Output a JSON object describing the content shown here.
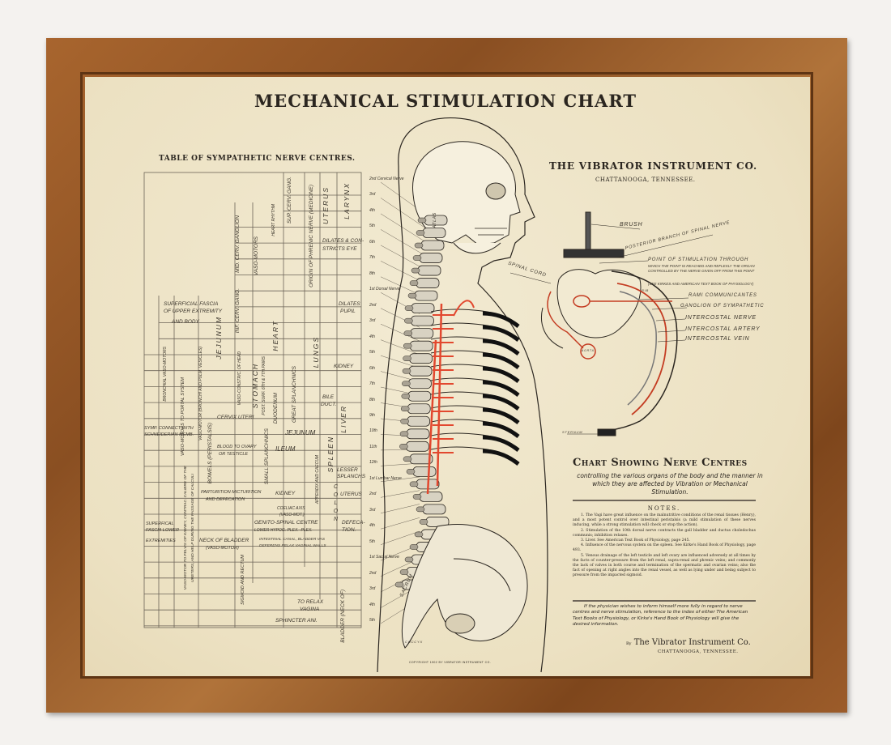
{
  "title": "MECHANICAL STIMULATION CHART",
  "colors": {
    "frame": "#9a5a2a",
    "paper": "#efe6cc",
    "ink": "#2b2620",
    "nerve_red": "#e2482f",
    "rib_black": "#111111"
  },
  "table": {
    "title": "TABLE OF SYMPATHETIC NERVE CENTRES.",
    "cells": [
      {
        "text": "Sup. Cerv. Gang."
      },
      {
        "text": "Origin of Phrenic Nerve (Medicine)"
      },
      {
        "text": "Uterus"
      },
      {
        "text": "Larynx"
      },
      {
        "text": "Heart Rhythm"
      },
      {
        "text": "Mid. Cerv. Ganglion"
      },
      {
        "text": "Vaso-Motors"
      },
      {
        "text": "Dilates & Con-"
      },
      {
        "text": "stricts Eye"
      },
      {
        "text": "Inf. Cerv. Gang."
      },
      {
        "text": "Superficial Fascia"
      },
      {
        "text": "of Upper Extremity"
      },
      {
        "text": "and Body"
      },
      {
        "text": "Dilates"
      },
      {
        "text": "Pupil"
      },
      {
        "text": "Jejunum"
      },
      {
        "text": "Heart"
      },
      {
        "text": "Lungs"
      },
      {
        "text": "Bronchial Vaso-Motors"
      },
      {
        "text": "Vaso-Motor (Bronchi and Pulm. Vesicles)"
      },
      {
        "text": "Vaso-Constric. of Head"
      },
      {
        "text": "Stomach"
      },
      {
        "text": "Post. Surf. 6th & 7th Pairs"
      },
      {
        "text": "Kidney"
      },
      {
        "text": "Great Splanchnics"
      },
      {
        "text": "Vaso-Motors to Portal System"
      },
      {
        "text": "Duodenum"
      },
      {
        "text": "Bile"
      },
      {
        "text": "Duct."
      },
      {
        "text": "Liver"
      },
      {
        "text": "Cervix Uteri"
      },
      {
        "text": "Bowels (Peristalsis)"
      },
      {
        "text": "Symp. Connect With"
      },
      {
        "text": "Schneiderian Memb."
      },
      {
        "text": "Small Splanchnics"
      },
      {
        "text": "Jejunum"
      },
      {
        "text": "Blood to Ovary"
      },
      {
        "text": "or Testicle"
      },
      {
        "text": "Ileum"
      },
      {
        "text": "Spleen"
      },
      {
        "text": "Lesser"
      },
      {
        "text": "Splanchs"
      },
      {
        "text": "Appendix and Caecum"
      },
      {
        "text": "Parturition Micturition"
      },
      {
        "text": "and Defecation"
      },
      {
        "text": "Kidney"
      },
      {
        "text": "Uterus"
      },
      {
        "text": "Colon"
      },
      {
        "text": "Coeliac Axis"
      },
      {
        "text": "(Vaso-Mot.)"
      },
      {
        "text": "Superfical"
      },
      {
        "text": "Fascia Lower"
      },
      {
        "text": "Extremities"
      },
      {
        "text": "Genito-Spinal Centre"
      },
      {
        "text": "Lower Hypog. Plex.–Plex."
      },
      {
        "text": "Defeca-"
      },
      {
        "text": "tion."
      },
      {
        "text": "Neck of Bladder"
      },
      {
        "text": "(Vaso-Motor)"
      },
      {
        "text": "Intestinal Canal, Bladder Vas"
      },
      {
        "text": "Deferens relax Vaginal Walls"
      },
      {
        "text": "Vaso-Motor to Pelvis of Kidney, Contrac. Calibre of the"
      },
      {
        "text": "Ureters, and help during the Passage of Calculi"
      },
      {
        "text": "Sigmoid and Rectum"
      },
      {
        "text": "To relax"
      },
      {
        "text": "Vagina"
      },
      {
        "text": "Sphincter Ani."
      },
      {
        "text": "Bladder (Neck of)"
      }
    ]
  },
  "nerve_labels": [
    "2nd Cervical Nerve",
    "3rd",
    "4th",
    "5th",
    "6th",
    "7th",
    "8th",
    "1st Dorsal Nerve",
    "2nd",
    "3rd",
    "4th",
    "5th",
    "6th",
    "7th",
    "8th",
    "9th",
    "10th",
    "11th",
    "12th",
    "1st Lumbar Nerve",
    "2nd",
    "3rd",
    "4th",
    "5th",
    "1st Sacral Nerve",
    "2nd",
    "3rd",
    "4th",
    "5th"
  ],
  "spine_labels": {
    "atlas": "Atlas",
    "sacrum": "Sacrum",
    "coccyx": "Coccyx"
  },
  "company": {
    "name": "THE VIBRATOR INSTRUMENT CO.",
    "city": "CHATTANOOGA, TENNESSEE."
  },
  "diagram": {
    "brush": "Brush",
    "posterior_branch": "Posterior Branch of Spinal Nerve",
    "point_title": "Point of Stimulation Through",
    "point_desc": "which the point is reached and reflexly the organ controlled by the nerve given off from this point",
    "point_ref": "(See Kirkes and American Text Book of Physiology)",
    "spinal_cord": "Spinal Cord",
    "rami": "Rami Communicantes",
    "ganglion": "Ganglion of Sympathetic",
    "nerve": "Intercostal Nerve",
    "artery": "Intercostal Artery",
    "vein": "Intercostal Vein",
    "aorta": "Aorta",
    "sternum": "Sternum",
    "rib": "Rib"
  },
  "chart_showing": {
    "heading": "Chart Showing Nerve Centres",
    "subtitle": "controlling the various organs of the body and the manner in which they are affected by Vibration or Mechanical Stimulation."
  },
  "notes": {
    "heading": "NOTES.",
    "items": [
      "1. The Vagi have great influence on the malnutritive conditions of the renal tissues (Henry), and a most potent control over intestinal peristalsis (a mild stimulation of these nerves inducing, while a strong stimulation will check or stop the action).",
      "2. Stimulation of the 10th dorsal nerve contracts the gall bladder and ductus choledochus communis; inhibition relaxes.",
      "3. Liver. See American Text Book of Physiology, page 245.",
      "4. Influence of the nervous system on the spleen. See Kirke's Hand Book of Physiology, page 493.",
      "5. Venous drainage of the left testicle and left ovary are influenced adversely at all times by the facts of counter-pressure from the left renal, supra-renal and phrenic veins; and commonly the lack of valves in both course and termination of the spermatic and ovarian veins; also the fact of opening at right angles into the renal vessel, as well as lying under and being subject to pressure from the impacted sigmoid."
    ],
    "closing": "If the physician wishes to inform himself more fully in regard to nerve centres and nerve stimulation, reference to the index of either The American Text Books of Physiology, or Kirke's Hand Book of Physiology will give the desired information."
  },
  "signature": {
    "by": "By",
    "name": "The Vibrator Instrument Co.",
    "city": "CHATTANOOGA, TENNESSEE."
  },
  "copyright": "COPYRIGHT 1902 BY VIBRATOR INSTRUMENT CO."
}
